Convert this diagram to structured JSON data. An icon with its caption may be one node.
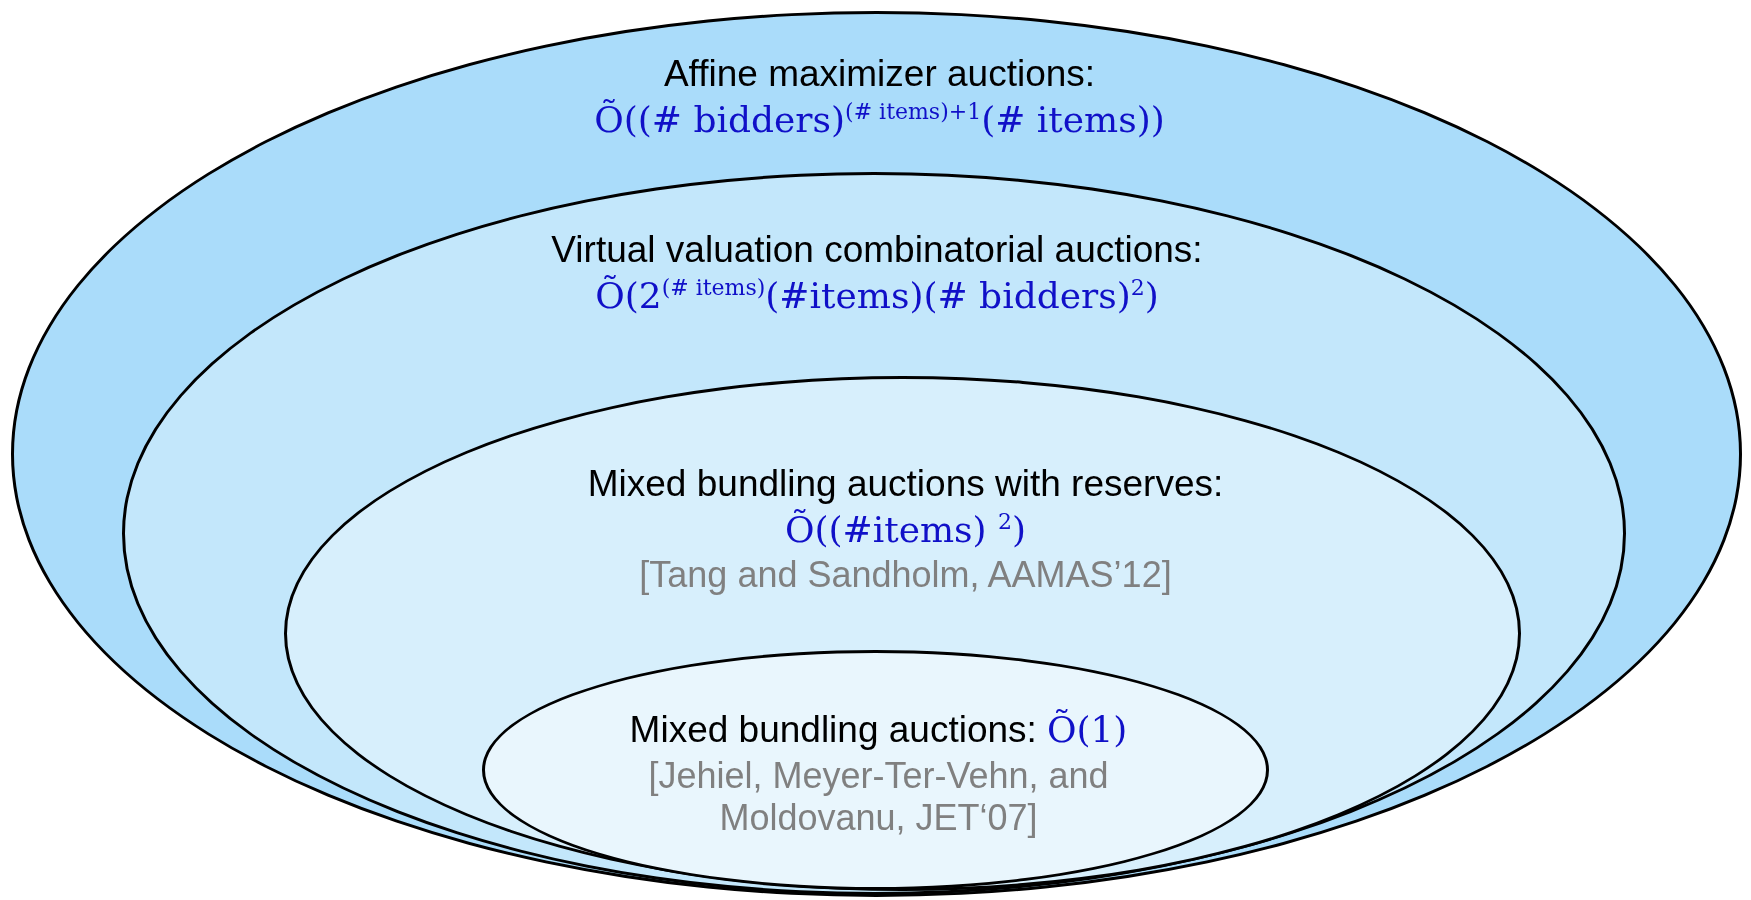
{
  "diagram": {
    "nodes": [
      {
        "text": [
          "Affine maximizer auctions:",
          "Õ((# bidders)$^{(# items)+1}$(# items))"
        ]
      },
      {
        "text": [
          "Virtual valuation combinatorial auctions:",
          "Õ(2$^{(# items)}$(#items)(# bidders)$^{2}$)"
        ],
        "in": 0
      },
      {
        "text": [
          "Mixed bundling auctions with reserves:",
          "Õ((#items) $^{2}$)",
          "[Tang and Sandholm, AAMAS’12]"
        ],
        "in": 1
      },
      {
        "text": [
          "Mixed bundling auctions:",
          "Õ(1)",
          "[Jehiel, Meyer-Ter-Vehn, and Moldovanu, JET‘07]"
        ],
        "in": 2
      }
    ],
    "edges": []
  }
}
